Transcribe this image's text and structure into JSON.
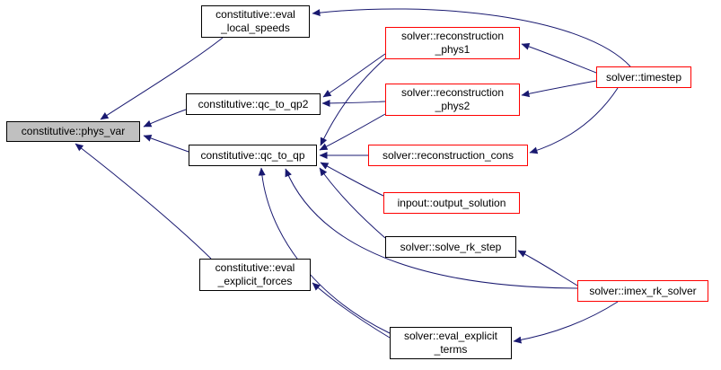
{
  "diagram": {
    "type": "doxygen-caller-graph",
    "colors": {
      "background": "#ffffff",
      "edge": "#191970",
      "node_border": "#000000",
      "node_border_red": "#ff0000",
      "node_fill_current": "#c0c0c0"
    },
    "nodes": [
      {
        "id": "phys_var",
        "style": "current",
        "lines": [
          "constitutive::phys_var"
        ]
      },
      {
        "id": "eval_local_speeds",
        "style": "plain",
        "lines": [
          "constitutive::eval",
          "_local_speeds"
        ]
      },
      {
        "id": "qc_to_qp2",
        "style": "plain",
        "lines": [
          "constitutive::qc_to_qp2"
        ]
      },
      {
        "id": "qc_to_qp",
        "style": "plain",
        "lines": [
          "constitutive::qc_to_qp"
        ]
      },
      {
        "id": "eval_explicit_forces",
        "style": "plain",
        "lines": [
          "constitutive::eval",
          "_explicit_forces"
        ]
      },
      {
        "id": "reconstruction_phys1",
        "style": "red",
        "lines": [
          "solver::reconstruction",
          "_phys1"
        ]
      },
      {
        "id": "reconstruction_phys2",
        "style": "red",
        "lines": [
          "solver::reconstruction",
          "_phys2"
        ]
      },
      {
        "id": "reconstruction_cons",
        "style": "red",
        "lines": [
          "solver::reconstruction_cons"
        ]
      },
      {
        "id": "output_solution",
        "style": "red",
        "lines": [
          "inpout::output_solution"
        ]
      },
      {
        "id": "solve_rk_step",
        "style": "plain",
        "lines": [
          "solver::solve_rk_step"
        ]
      },
      {
        "id": "timestep",
        "style": "red",
        "lines": [
          "solver::timestep"
        ]
      },
      {
        "id": "imex_rk_solver",
        "style": "red",
        "lines": [
          "solver::imex_rk_solver"
        ]
      },
      {
        "id": "eval_explicit_terms",
        "style": "plain",
        "lines": [
          "solver::eval_explicit",
          "_terms"
        ]
      }
    ],
    "edges": [
      {
        "from": "eval_local_speeds",
        "to": "phys_var"
      },
      {
        "from": "qc_to_qp2",
        "to": "phys_var"
      },
      {
        "from": "qc_to_qp",
        "to": "phys_var"
      },
      {
        "from": "eval_explicit_forces",
        "to": "phys_var"
      },
      {
        "from": "timestep",
        "to": "eval_local_speeds"
      },
      {
        "from": "reconstruction_phys1",
        "to": "qc_to_qp2"
      },
      {
        "from": "reconstruction_phys2",
        "to": "qc_to_qp2"
      },
      {
        "from": "reconstruction_phys1",
        "to": "qc_to_qp"
      },
      {
        "from": "reconstruction_phys2",
        "to": "qc_to_qp"
      },
      {
        "from": "reconstruction_cons",
        "to": "qc_to_qp"
      },
      {
        "from": "output_solution",
        "to": "qc_to_qp"
      },
      {
        "from": "solve_rk_step",
        "to": "qc_to_qp"
      },
      {
        "from": "eval_explicit_terms",
        "to": "qc_to_qp"
      },
      {
        "from": "imex_rk_solver",
        "to": "qc_to_qp"
      },
      {
        "from": "timestep",
        "to": "reconstruction_phys1"
      },
      {
        "from": "timestep",
        "to": "reconstruction_phys2"
      },
      {
        "from": "timestep",
        "to": "reconstruction_cons"
      },
      {
        "from": "imex_rk_solver",
        "to": "solve_rk_step"
      },
      {
        "from": "imex_rk_solver",
        "to": "eval_explicit_terms"
      },
      {
        "from": "eval_explicit_terms",
        "to": "eval_explicit_forces"
      }
    ]
  }
}
